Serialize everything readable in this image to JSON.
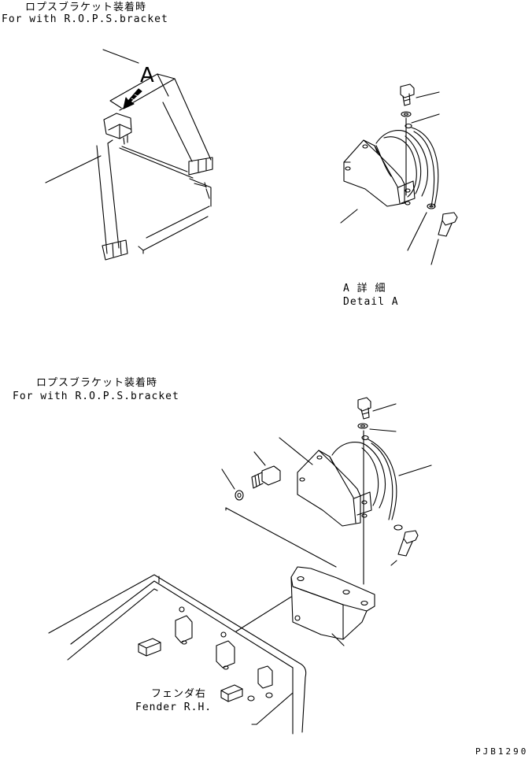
{
  "top_section": {
    "caption_jp": "ロプスブラケット装着時",
    "caption_en": "For with R.O.P.S.bracket",
    "view_letter": "A",
    "detail_jp": "A 詳 細",
    "detail_en": "Detail A"
  },
  "bottom_section": {
    "caption_jp": "ロプスブラケット装着時",
    "caption_en": "For with R.O.P.S.bracket",
    "fender_jp": "フェンダ右",
    "fender_en": "Fender R.H."
  },
  "drawing_code": "PJB1290"
}
